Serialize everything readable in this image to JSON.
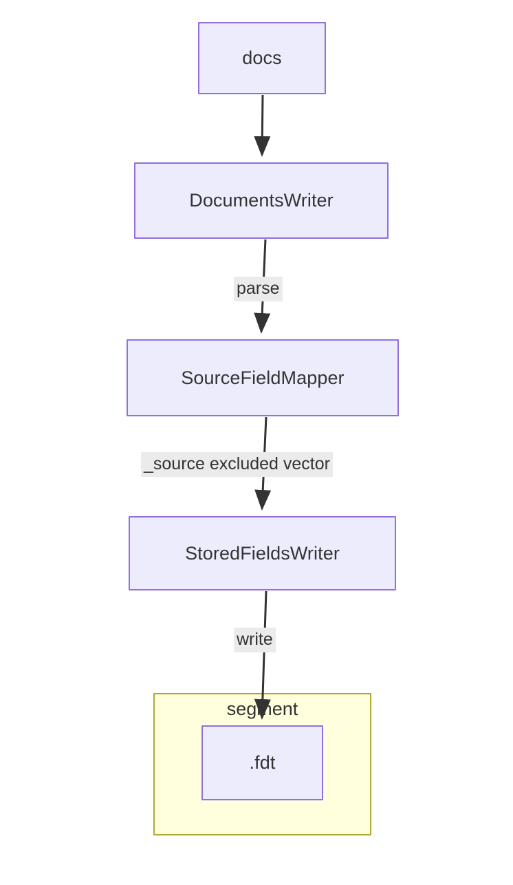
{
  "diagram": {
    "type": "flowchart",
    "direction": "top-to-bottom",
    "title": "",
    "colors": {
      "node_fill": "#ececfd",
      "node_border": "#9370db",
      "node_text": "#333333",
      "cluster_fill": "#ffffde",
      "cluster_border": "#aaaa33",
      "edge_stroke": "#333333",
      "edge_label_bg": "#ebebeb",
      "background": "#ffffff"
    },
    "nodes": [
      {
        "id": "docs",
        "label": "docs"
      },
      {
        "id": "documentswriter",
        "label": "DocumentsWriter"
      },
      {
        "id": "sourcefieldmapper",
        "label": "SourceFieldMapper"
      },
      {
        "id": "storedfieldswriter",
        "label": "StoredFieldsWriter"
      },
      {
        "id": "fdt",
        "label": ".fdt"
      }
    ],
    "clusters": [
      {
        "id": "segment",
        "label": "segment",
        "contains": [
          "fdt"
        ]
      }
    ],
    "edges": [
      {
        "from": "docs",
        "to": "documentswriter",
        "label": ""
      },
      {
        "from": "documentswriter",
        "to": "sourcefieldmapper",
        "label": "parse"
      },
      {
        "from": "sourcefieldmapper",
        "to": "storedfieldswriter",
        "label": "_source excluded vector"
      },
      {
        "from": "storedfieldswriter",
        "to": "fdt",
        "label": "write"
      }
    ]
  }
}
